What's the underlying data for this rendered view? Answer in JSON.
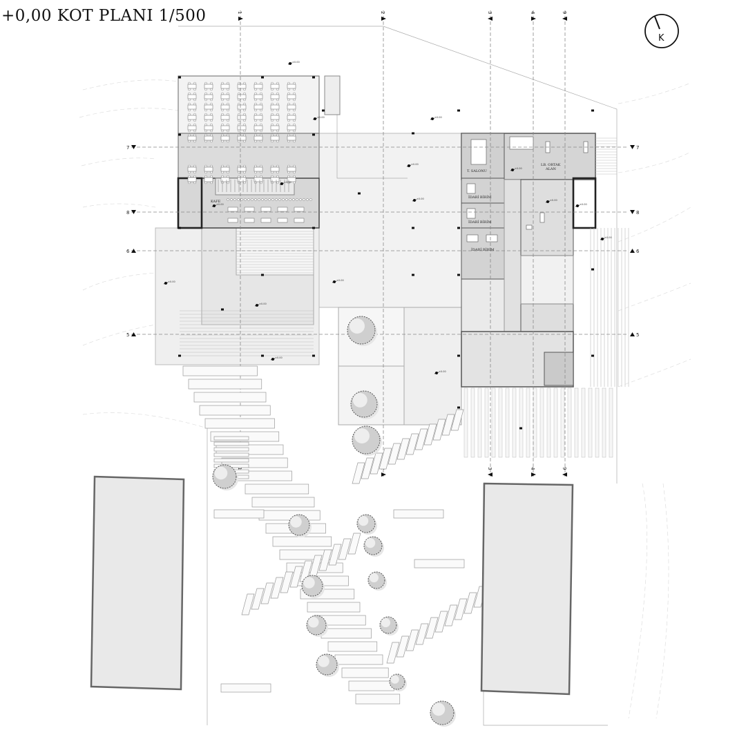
{
  "title": "+0,00 KOT PLANI 1/500",
  "north_arrow": {
    "label": "K"
  },
  "grid_axes": {
    "vertical": [
      "1",
      "2",
      "3",
      "4",
      "9"
    ],
    "horizontal": [
      "7",
      "8",
      "6",
      "5"
    ]
  },
  "rooms": {
    "t_salonu": "T. SALONU",
    "ortak_alan_1": "LB. ORTAK",
    "ortak_alan_2": "ALAN",
    "idari_1": "İDARİ BİRİM",
    "idari_2": "İDARİ BİRİM",
    "idari_3": "İDARİ BİRİM",
    "kafe": "KAFE"
  },
  "elevation_marks": [
    "±0.00",
    "±0.00",
    "±0.00",
    "±0.00",
    "±0.00",
    "±0.00",
    "±0.00",
    "±0.00",
    "±0.00",
    "±0.00",
    "±0.00",
    "±0.00",
    "±0.00",
    "±0.00",
    "±0.00",
    "±0.00"
  ],
  "colors": {
    "building_fill": "#d9d9d9",
    "plaza_fill": "#f1f1f1",
    "block_fill": "#ececec"
  }
}
